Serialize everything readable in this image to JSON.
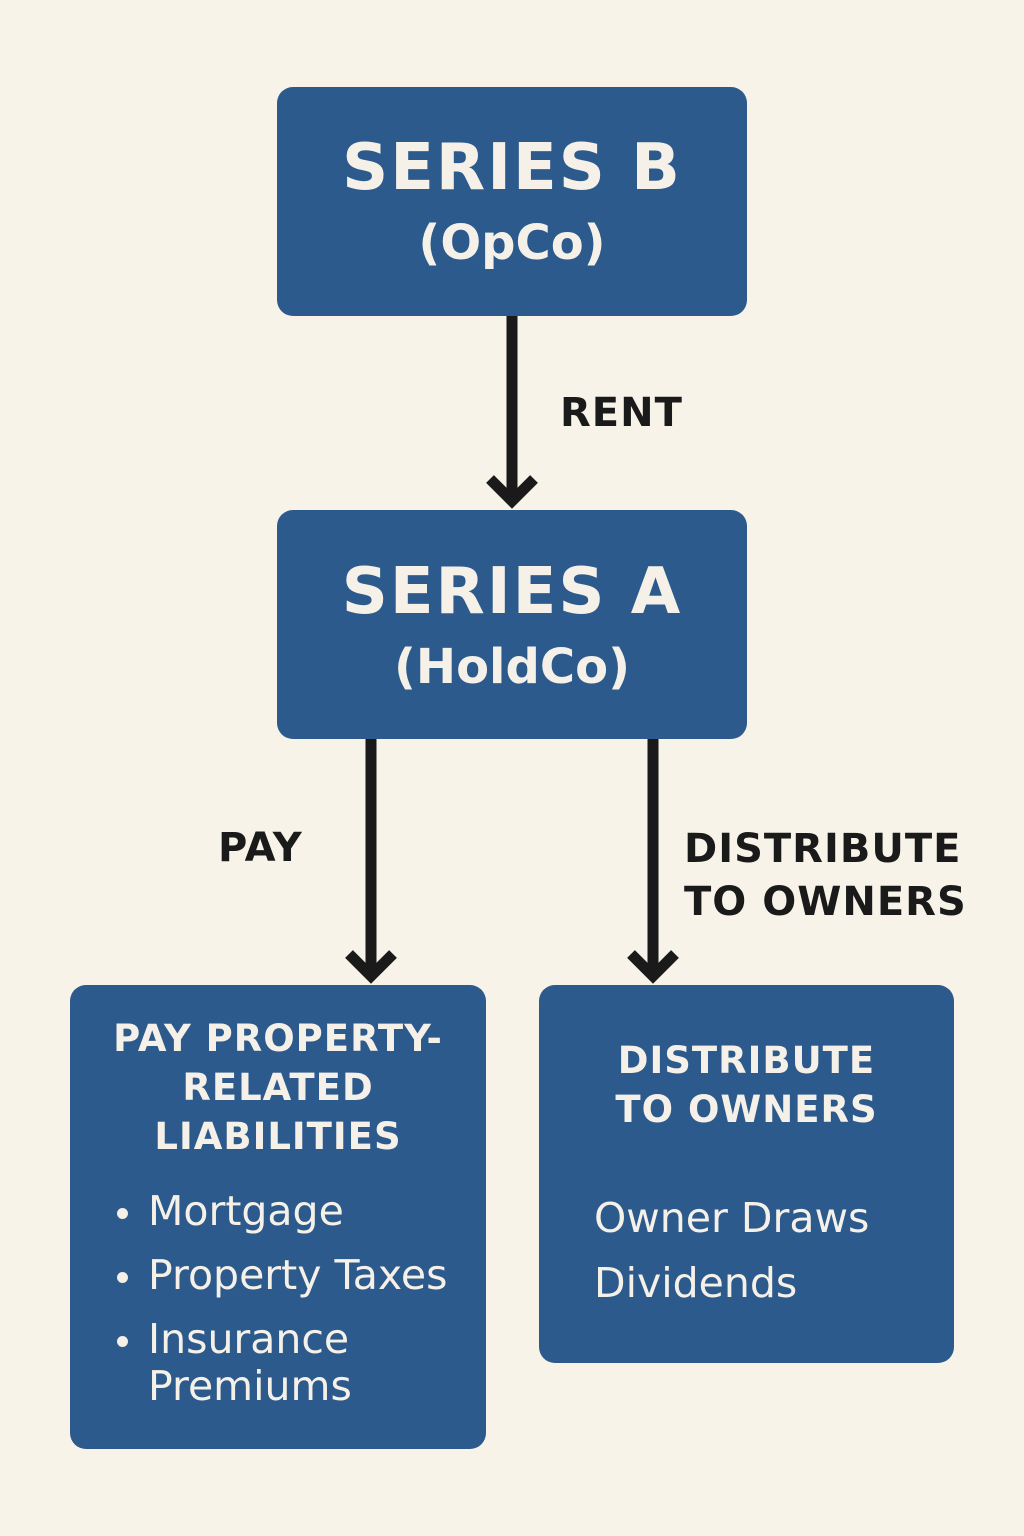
{
  "nodes": {
    "series_b": {
      "title": "SERIES B",
      "subtitle": "(OpCo)"
    },
    "series_a": {
      "title": "SERIES A",
      "subtitle": "(HoldCo)"
    },
    "liabilities": {
      "heading_lines": [
        "PAY PROPERTY-",
        "RELATED",
        "LIABILITIES"
      ],
      "items": [
        "Mortgage",
        "Property Taxes",
        "Insurance Premiums"
      ]
    },
    "distribute": {
      "heading_lines": [
        "DISTRIBUTE",
        "TO OWNERS"
      ],
      "items": [
        "Owner Draws",
        "Dividends"
      ]
    }
  },
  "edges": {
    "rent": {
      "from": "series_b",
      "to": "series_a",
      "label": "RENT"
    },
    "pay": {
      "from": "series_a",
      "to": "liabilities",
      "label": "PAY"
    },
    "distribute": {
      "from": "series_a",
      "to": "distribute",
      "label_lines": [
        "DISTRIBUTE",
        "TO OWNERS"
      ]
    }
  },
  "colors": {
    "background": "#f8f3e9",
    "box_fill": "#2c5a8c",
    "box_text": "#f5f1e8",
    "arrow": "#1a1a1a"
  }
}
